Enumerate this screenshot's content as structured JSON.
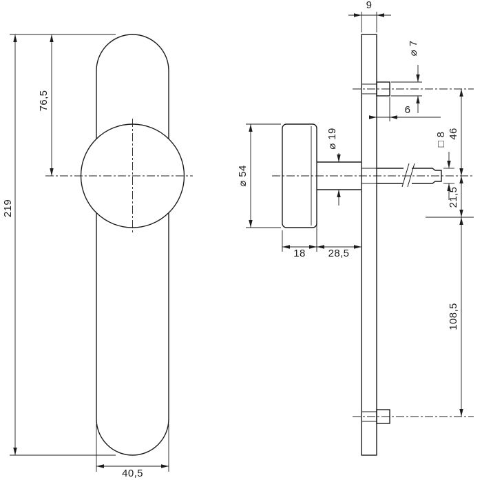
{
  "colors": {
    "line_color": "#1c1c1c",
    "background": "#ffffff"
  },
  "views": {
    "front": {
      "dim_overall_length": "219",
      "dim_top_to_knob_center": "76,5",
      "dim_plate_width": "40,5"
    },
    "side": {
      "dim_plate_thickness": "9",
      "dim_knob_diameter": "⌀ 54",
      "dim_neck_diameter": "⌀ 19",
      "dim_knob_depth": "18",
      "dim_projection": "28,5",
      "dim_screw_post_diameter": "⌀ 7",
      "dim_screw_post_protrusion": "6",
      "dim_spindle_square": "□ 8",
      "dim_post_to_spindle": "46",
      "dim_spindle_to_ref": "21,5",
      "dim_ref_to_bottom_post": "108,5"
    }
  }
}
